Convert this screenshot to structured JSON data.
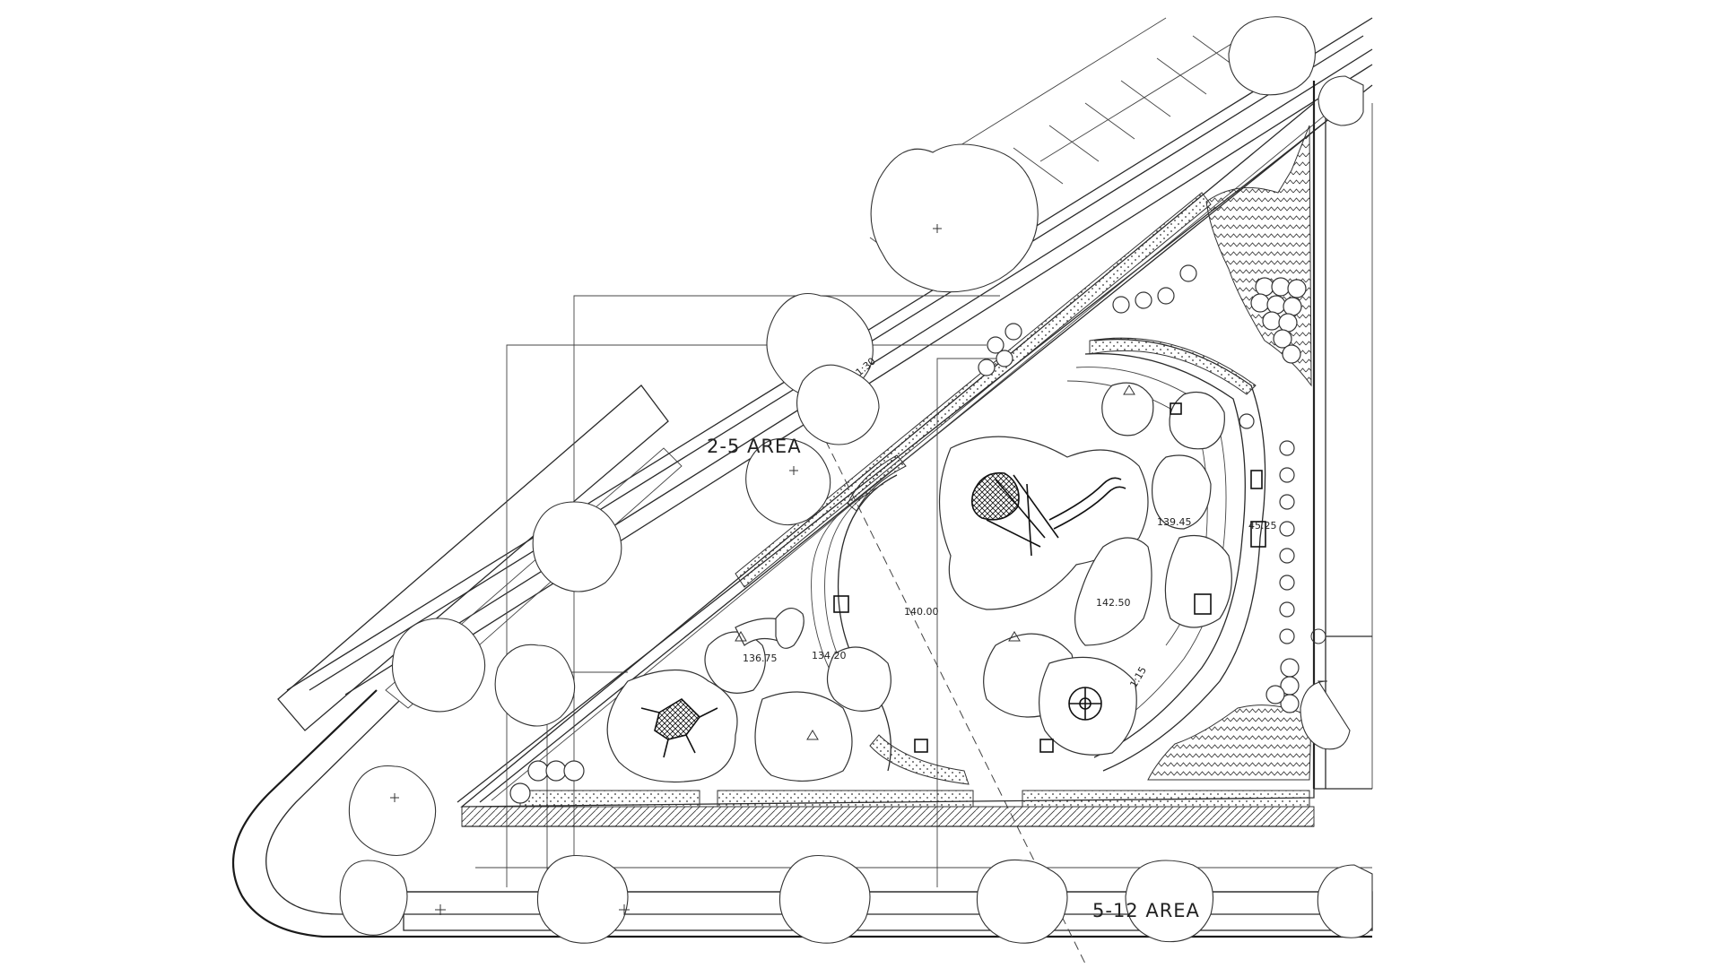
{
  "drawing": {
    "labels": {
      "area_2_5": "2-5 AREA",
      "area_5_12": "5-12 AREA"
    },
    "elevations": [
      "136.75",
      "134.20",
      "140.00",
      "142.50",
      "139.45",
      "45.25"
    ],
    "slope_marks": [
      "1:30",
      "1:15"
    ],
    "colors": {
      "line": "#2b2b2b",
      "background": "#ffffff"
    }
  }
}
